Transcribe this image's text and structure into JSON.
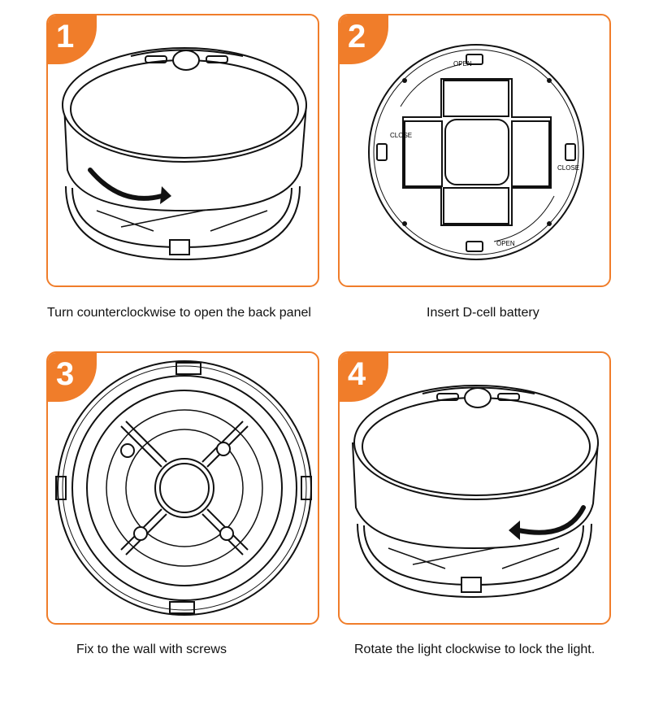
{
  "accent_color": "#f07d2a",
  "steps": [
    {
      "number": "1",
      "caption": "Turn counterclockwise to open the back panel",
      "icon": "unscrew-cover-icon"
    },
    {
      "number": "2",
      "caption": "Insert D-cell battery",
      "icon": "battery-compartment-icon"
    },
    {
      "number": "3",
      "caption": "Fix to the wall with screws",
      "icon": "mounting-base-icon"
    },
    {
      "number": "4",
      "caption": "Rotate the light clockwise to lock the light.",
      "icon": "lock-cover-icon"
    }
  ],
  "diagram_labels": {
    "open": "OPEN",
    "close": "CLOSE"
  }
}
